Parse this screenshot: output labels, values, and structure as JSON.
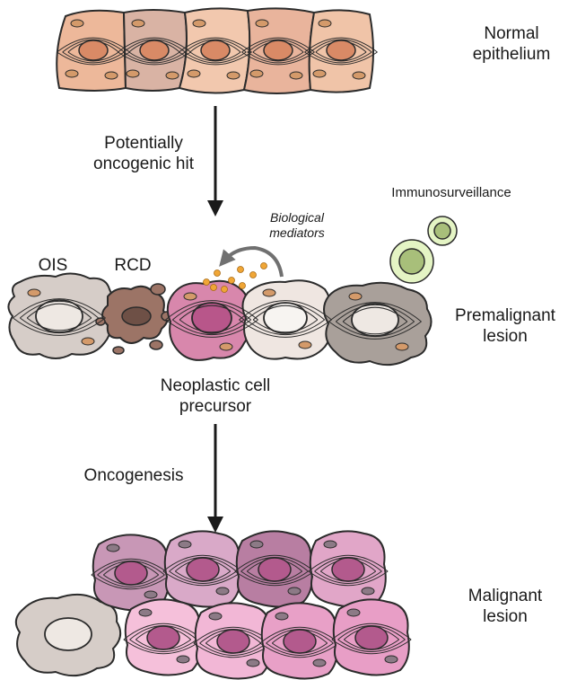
{
  "labels": {
    "normal_epithelium": [
      "Normal",
      "epithelium"
    ],
    "oncogenic_hit": [
      "Potentially",
      "oncogenic hit"
    ],
    "immunosurveillance": "Immunosurveillance",
    "biological_mediators": [
      "Biological",
      "mediators"
    ],
    "ois": "OIS",
    "rcd": "RCD",
    "premalignant_lesion": [
      "Premalignant",
      "lesion"
    ],
    "neoplastic_precursor": [
      "Neoplastic cell",
      "precursor"
    ],
    "oncogenesis": "Oncogenesis",
    "malignant_lesion": [
      "Malignant",
      "lesion"
    ]
  },
  "colors": {
    "outline": "#2b2b2b",
    "normal_cell_fills": [
      "#edb89a",
      "#d9b3a4",
      "#f2c8ae",
      "#e9b49c",
      "#f0c4a8"
    ],
    "normal_nucleus": "#d98a66",
    "normal_mito": "#d49a6a",
    "senescent_cell": "#d6cdc8",
    "senescent_dark": "#a9a09a",
    "senescent_light": "#eee8e3",
    "rcd_fragment": "#9c7466",
    "rcd_fragment_dark": "#6e5046",
    "neoplastic_cell": "#d887ac",
    "neoplastic_nucleus": "#b8568a",
    "malignant_fills": [
      "#c897b6",
      "#d9a9c8",
      "#b87ea2",
      "#e1a6c8",
      "#f5c0da",
      "#f2b7d6",
      "#e8a0c7",
      "#e89ec6",
      "#f0aacd"
    ],
    "malignant_nucleus": "#b35a8d",
    "mediator_dot": "#f0a636",
    "immune_outer": "#e4f4c4",
    "immune_inner": "#a8bf7a",
    "arrow": "#1a1a1a",
    "curved_arrow": "#707070"
  }
}
